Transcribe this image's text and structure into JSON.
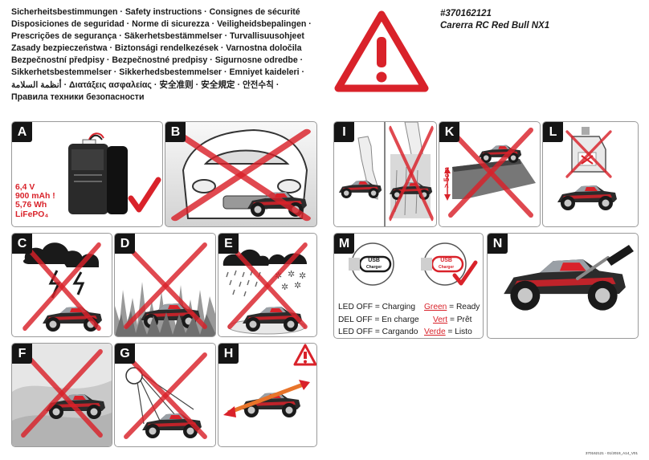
{
  "header": {
    "lines": [
      "Sicherheitsbestimmungen · Safety instructions · Consignes de sécurité",
      "Disposiciones de seguridad · Norme di sicurezza · Veiligheidsbepalingen ·",
      "Prescrições de segurança · Säkerhetsbestämmelser · Turvallisuusohjeet",
      "Zasady bezpieczeństwa · Biztonsági rendelkezések · Varnostna določila",
      "Bezpečnostní předpisy · Bezpečnostné predpisy · Sigurnosne odredbe ·",
      "Sikkerhetsbestemmelser · Sikkerhedsbestemmelser · Emniyet kaideleri ·",
      "أنظمة السلامة · Διατάξεις ασφαλείας · 安全准则 · 安全規定 · 안전수칙 ·",
      "Правила техники безопасности"
    ]
  },
  "product": {
    "number": "#370162121",
    "name": "Carerra RC Red Bull NX1"
  },
  "panels": {
    "A": "A",
    "B": "B",
    "C": "C",
    "D": "D",
    "E": "E",
    "F": "F",
    "G": "G",
    "H": "H",
    "I": "I",
    "K": "K",
    "L": "L",
    "M": "M",
    "N": "N"
  },
  "battery": {
    "voltage": "6,4 V",
    "capacity": "900 mAh !",
    "energy": "5,76 Wh",
    "chem": "LiFePO₄"
  },
  "height_label": "> 5cm",
  "usb": {
    "l1": "USB",
    "l2": "Charger"
  },
  "charging": {
    "rows": [
      {
        "left_label": "LED OFF",
        "left_value": "Charging",
        "right_label": "Green",
        "right_value": "Ready"
      },
      {
        "left_label": "DEL OFF",
        "left_value": "En charge",
        "right_label": "Vert",
        "right_value": "Prêt"
      },
      {
        "left_label": "LED OFF",
        "left_value": "Cargando",
        "right_label": "Verde",
        "right_value": "Listo"
      }
    ]
  },
  "footer": "370162121 - 01/2019_A14_V01",
  "colors": {
    "red": "#d9222a",
    "dark": "#151515"
  }
}
